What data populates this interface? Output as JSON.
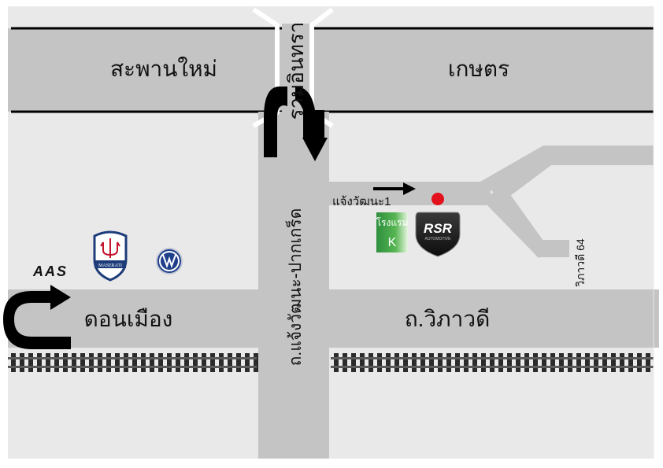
{
  "colors": {
    "background": "#e9e9e9",
    "road": "#c4c4c4",
    "border_line": "#000000",
    "arrow": "#000000",
    "marker": "#e3111b",
    "hotel_sign": "#46a84a",
    "rail": "#2b2b2b"
  },
  "roads": {
    "top_left": "สะพานใหม่",
    "top_right": "เกษตร",
    "top_vertical": "รามอินทรา",
    "main_vertical": "ถ.แจ้งวัฒนะ-ปากเกร็ด",
    "bottom_left": "ดอนเมือง",
    "bottom_right": "ถ.วิภาวดี",
    "soi": "แจ้งวัฒนะ1",
    "vibhavadi_64": "วิภาวดี 64"
  },
  "landmarks": {
    "hotel_line1": "โรงแรม",
    "hotel_line2": "K",
    "rsr_logo": "RSR",
    "rsr_sub": "AUTOMOTIVE",
    "aas_logo": "AAS",
    "maserati_logo": "MASERATI",
    "vw_logo": "VW"
  },
  "icons": {
    "u_turn_left": "u-turn-arrow-icon",
    "u_turn_top": "u-turn-arrow-icon",
    "down_arrow": "down-arrow-icon",
    "right_arrow": "right-arrow-icon",
    "marker": "location-dot-icon",
    "railway": "railway-track-icon"
  }
}
